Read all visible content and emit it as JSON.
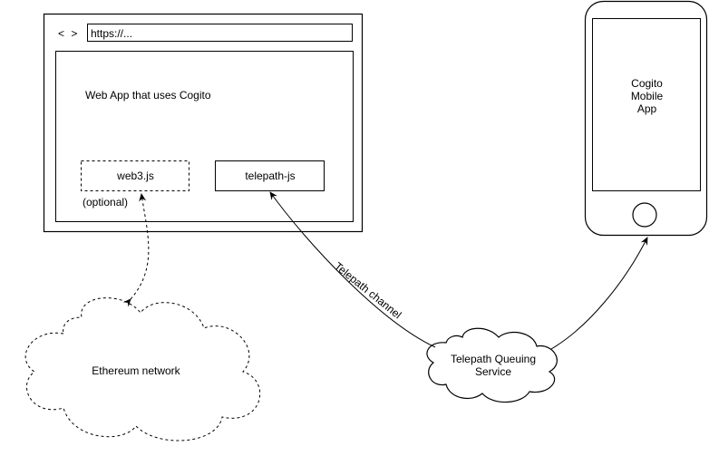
{
  "browser": {
    "nav_icon": "< >",
    "url": "https://...",
    "app_title": "Web App that uses Cogito"
  },
  "web3": {
    "label": "web3.js",
    "note": "(optional)"
  },
  "telepath_js": {
    "label": "telepath-js"
  },
  "phone": {
    "app_label_lines": [
      "Cogito",
      "Mobile",
      "App"
    ]
  },
  "ethereum": {
    "label": "Ethereum network"
  },
  "queue": {
    "label_lines": [
      "Telepath Queuing",
      "Service"
    ]
  },
  "channel": {
    "label": "Telepath channel"
  }
}
